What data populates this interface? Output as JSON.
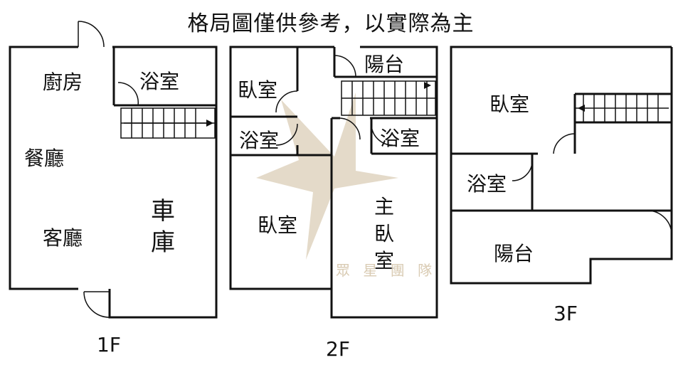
{
  "title": "格局圖僅供參考，以實際為主",
  "watermark": "眾 星 團 隊",
  "colors": {
    "wall": "#111111",
    "thin": "#555555",
    "watermark": "#cdbb9c"
  },
  "floors": {
    "f1": {
      "label": "1F",
      "rooms": {
        "kitchen": "廚房",
        "bathroom": "浴室",
        "dining": "餐廳",
        "living": "客廳",
        "garage_1": "車",
        "garage_2": "庫"
      }
    },
    "f2": {
      "label": "2F",
      "rooms": {
        "bedroom_top": "臥室",
        "balcony": "陽台",
        "bathroom_left": "浴室",
        "bathroom_right": "浴室",
        "bedroom_bottom": "臥室",
        "master_1": "主",
        "master_2": "臥",
        "master_3": "室"
      }
    },
    "f3": {
      "label": "3F",
      "rooms": {
        "bedroom": "臥室",
        "bathroom": "浴室",
        "balcony": "陽台"
      }
    }
  }
}
